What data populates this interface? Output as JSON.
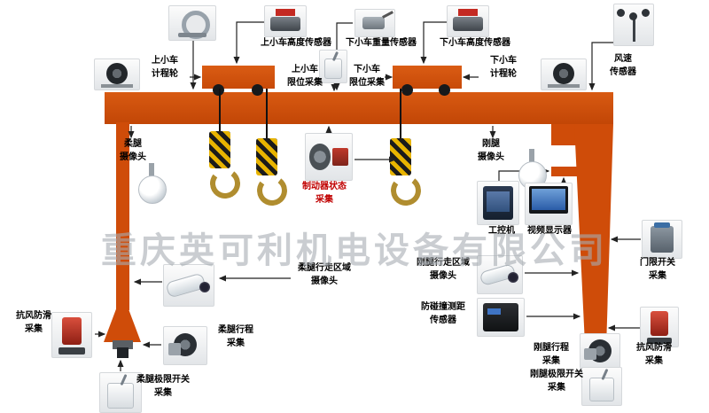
{
  "watermark": "重庆英可利机电设备有限公司",
  "colors": {
    "crane_orange": "#cf4c09",
    "label_text": "#000000",
    "brake_label_text": "#c00000",
    "watermark_text": "#a7adb3",
    "connector_line": "#222222",
    "hook_stripe_yellow": "#e8b400",
    "hook_stripe_black": "#1b1b1b"
  },
  "labels": {
    "upper_height": "上小车高度传感器",
    "lower_weight": "下小车重量传感器",
    "lower_height": "下小车高度传感器",
    "wind": "风速\n传感器",
    "upper_odo": "上小车\n计程轮",
    "upper_limit": "上小车\n限位采集",
    "lower_limit": "下小车\n限位采集",
    "lower_odo": "下小车\n计程轮",
    "flex_cam": "柔腿\n摄像头",
    "brake": "制动器状态\n采集",
    "rigid_cam": "刚腿\n摄像头",
    "ipc": "工控机",
    "display": "视频显示器",
    "door_limit": "门限开关\n采集",
    "flex_walk_cam": "柔腿行走区域\n摄像头",
    "rigid_walk_cam": "刚腿行走区域\n摄像头",
    "anti_wind": "抗风防滑\n采集",
    "flex_travel": "柔腿行程\n采集",
    "anti_collision": "防碰撞测距\n传感器",
    "rigid_travel": "刚腿行程\n采集",
    "flex_limit_sw": "柔腿极限开关\n采集",
    "rigid_limit_sw": "刚腿极限开关\n采集"
  },
  "device_photos": [
    "ring-clamp-photo",
    "upper-height-sensor-photo",
    "weight-sensor-photo",
    "lower-height-sensor-photo",
    "anemometer-photo",
    "odometer-wheel-left-photo",
    "trolley-limit-switch-photo",
    "odometer-wheel-right-photo",
    "flex-dome-camera-photo",
    "brake-photo",
    "rigid-dome-camera-photo",
    "industrial-pc-photo",
    "monitor-photo",
    "door-limit-photo",
    "flex-bullet-camera-photo",
    "rigid-bullet-camera-photo",
    "rail-clamp-left-photo",
    "flex-encoder-photo",
    "laser-sensor-photo",
    "rigid-encoder-photo",
    "rail-clamp-right-photo",
    "flex-limit-switch-photo",
    "rigid-limit-switch-photo"
  ]
}
